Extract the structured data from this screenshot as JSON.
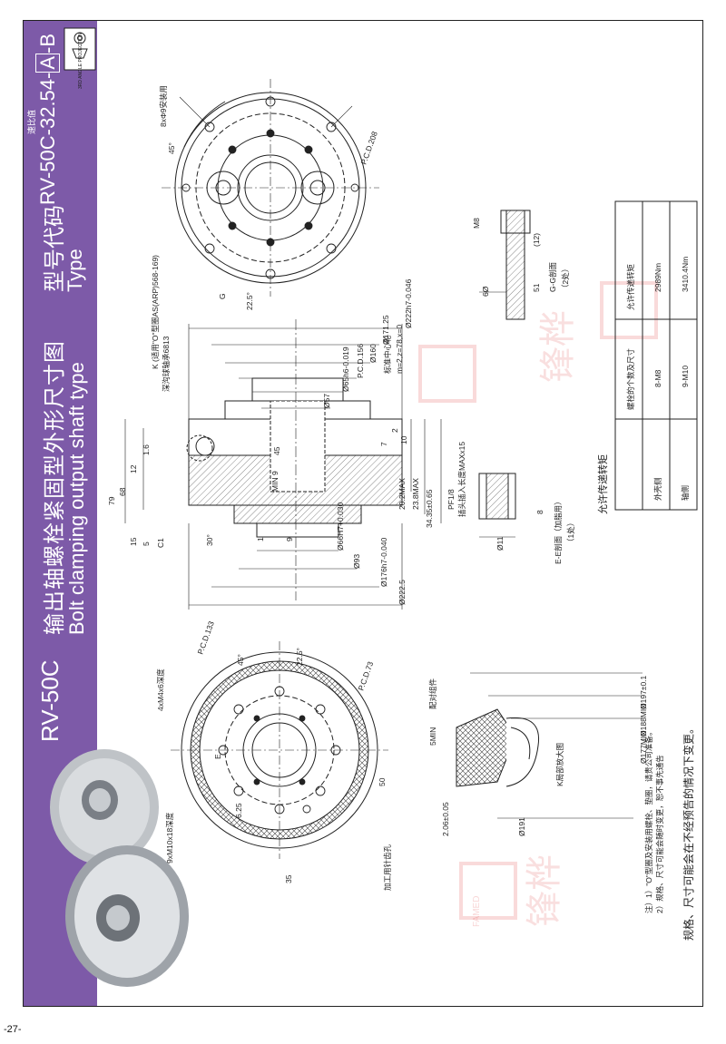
{
  "header": {
    "model": "RV-50C",
    "title_cn": "输出轴螺栓紧固型外形尺寸图",
    "title_en": "Bolt clamping output shaft type",
    "type_cn": "型号代码",
    "type_en": "Type",
    "code_small": "速比值",
    "code": "RV-50C-",
    "code_ratio": "32.54-",
    "code_a": "A",
    "code_dash": "-",
    "code_b": "B",
    "projection": "3RD ANGLE PROJECTION"
  },
  "labels": {
    "mount_top": "8xΦ9安装用",
    "pcd208": "P.C.D.208",
    "angle45_top": "45°",
    "angle225_top": "22.5°",
    "g_mark": "G",
    "k_label": "K (适用\"O\"型圈AS(ARP)568-169)",
    "bearing": "深沟球轴承6813",
    "gear_center": "标准中心轮",
    "gear_spec": "m=2,z=78,x=0",
    "d222h7": "Ø222h7-0.046",
    "d171": "Ø171.25",
    "d160": "Ø160",
    "pcd156": "P.C.D.156",
    "d65h6": "Ø65h6-0.019",
    "d57": "Ø57",
    "d66h7": "Ø66H7+0.030",
    "d93": "Ø93",
    "d176h7": "Ø176h7-0.040",
    "d222_5": "Ø222.5",
    "dim_79": "79",
    "dim_68": "68",
    "dim_12": "12",
    "dim_16": "1.6",
    "dim_15": "15",
    "dim_5": "5",
    "dim_c1": "C1",
    "dim_45": "45",
    "dim_min9": "MIN 9",
    "dim_1": "1",
    "dim_9": "9",
    "dim_2": "2",
    "dim_7": "7",
    "dim_10": "10",
    "dim_202": "20.2MAX",
    "dim_238": "23.8MAX",
    "dim_3435": "34.35±0.65",
    "angle30": "30°",
    "pf18": "PF1/8",
    "plug_depth": "插头插入长度MAXx15",
    "ee_section": "E-E剖面（加脂用）",
    "ee_qty": "（1处）",
    "dim_8": "8",
    "dim_11": "Ø11",
    "m8": "M8",
    "dim_12b": "(12)",
    "dim_51": "51",
    "dim_6": "6Ø",
    "gg_section": "G-G剖面",
    "gg_qty": "（2处）",
    "pcd133": "P.C.D.133",
    "pcd73": "P.C.D.73",
    "angle45_b": "45°",
    "angle225_b": "22.5°",
    "tap_4": "4xM4x6深度",
    "tap_9": "9xM10x18深度",
    "dim_625": "6.25",
    "dim_50": "50",
    "dim_35": "35",
    "pin_hole": "加工用针齿孔",
    "e_mark": "E",
    "seal_pair": "配对组件",
    "min5": "5MIN",
    "d197": "Ø197±0.1",
    "d188": "Ø188MIN",
    "d177": "Ø177MIN",
    "d191": "Ø191",
    "k_detail": "K局部放大图",
    "dim_206": "2.06±0.05"
  },
  "torque_table": {
    "title": "允许传递转矩",
    "headers": [
      "",
      "螺栓的个数及尺寸",
      "允许传递转矩"
    ],
    "rows": [
      [
        "外壳侧",
        "8-M8",
        "2989Nm"
      ],
      [
        "轴侧",
        "9-M10",
        "3410.4Nm"
      ]
    ]
  },
  "notes": {
    "n1": "注）1）\"O\"型圈及安装用螺栓、垫圈，请贵公司准备。",
    "n2": "2）规格、尺寸可能会随时变更，恕不事先通告",
    "footer": "规格、尺寸可能会在不经预告的情况下变更。"
  },
  "page_number": "-27-",
  "watermark": "锋桦",
  "watermark_en": "FAMED"
}
